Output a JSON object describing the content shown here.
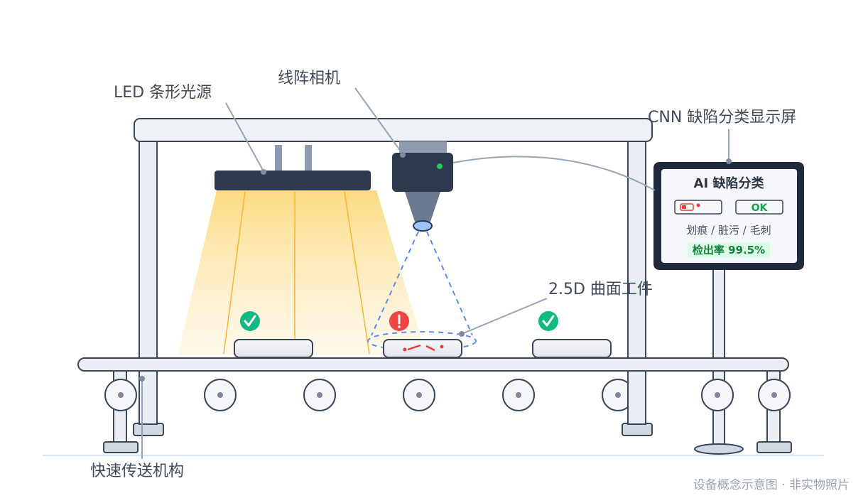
{
  "labels": {
    "led": "LED 条形光源",
    "camera": "线阵相机",
    "screen": "CNN 缺陷分类显示屏",
    "workpiece": "2.5D 曲面工件",
    "conveyor": "快速传送机构"
  },
  "screen": {
    "title": "AI 缺陷分类",
    "ok": "OK",
    "defects": "划痕 / 脏污 / 毛刺",
    "rate": "检出率 99.5%"
  },
  "footnote": "设备概念示意图 · 非实物照片",
  "colors": {
    "frame_fill": "#eef2f7",
    "frame_stroke": "#3a4556",
    "dark": "#2d3748",
    "light_beam": "#fcd87a",
    "ok_green": "#16a34a",
    "defect_red": "#e53e3e",
    "scan_blue": "#5b8def"
  },
  "icons": [
    "check-icon",
    "exclamation-icon",
    "check-icon"
  ]
}
